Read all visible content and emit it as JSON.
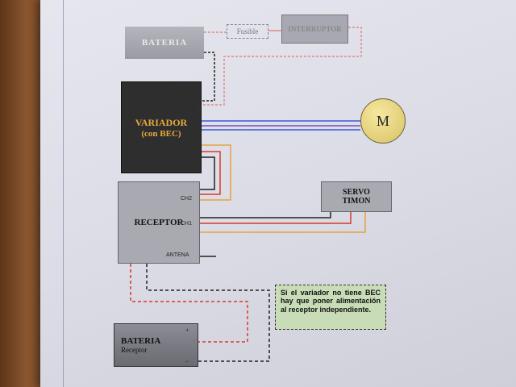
{
  "diagram": {
    "battery_main": "BATERIA",
    "fuse": "Fusible",
    "switch": "INTERRUPTOR",
    "esc": {
      "title": "VARIADOR",
      "subtitle": "(con BEC)"
    },
    "motor": "M",
    "receiver": "RECEPTOR",
    "receiver_ports": {
      "ch2": "CH2",
      "ch1": "CH1",
      "antenna": "ANTENA"
    },
    "servo": {
      "line1": "SERVO",
      "line2": "TIMON"
    },
    "note": "Si el variador no tiene BEC hay que poner alimentación al receptor independiente.",
    "battery_rx": {
      "title": "BATERIA",
      "subtitle": "Receptor"
    },
    "plus": "+",
    "minus": "–"
  },
  "colors": {
    "wire_red": "#d83a2a",
    "wire_black": "#222222",
    "wire_orange": "#e8a040",
    "wire_blue": "#3a5bd8",
    "wire_pink": "#e08a8a"
  }
}
